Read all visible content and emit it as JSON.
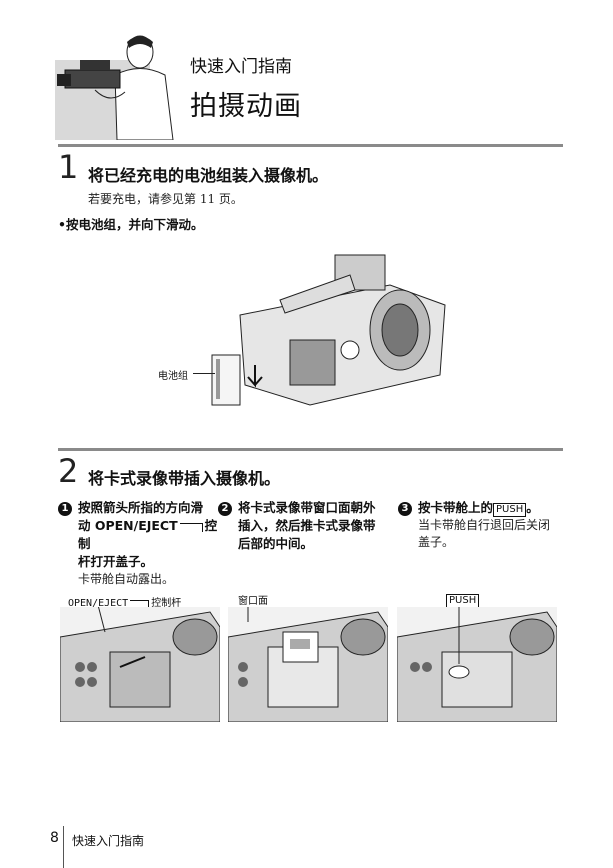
{
  "header": {
    "subtitle": "快速入门指南",
    "title": "拍摄动画",
    "illustration_icon": "person-with-camcorder-icon"
  },
  "step1": {
    "number": "1",
    "title": "将已经充电的电池组装入摄像机。",
    "note": "若要充电，请参见第 11 页。",
    "bullet": "•按电池组，并向下滑动。",
    "figure_label": "电池组",
    "figure_icon": "camcorder-battery-insert-icon"
  },
  "step2": {
    "number": "2",
    "title": "将卡式录像带插入摄像机。",
    "col1": {
      "num": "1",
      "line1": "按照箭头所指的方向滑",
      "line2": "动 OPEN/EJECT",
      "line2b": "控制",
      "line3": "杆打开盖子。",
      "sub": "卡带舱自动露出。"
    },
    "col2": {
      "num": "2",
      "line1": "将卡式录像带窗口面朝外",
      "line2": "插入，然后推卡式录像带",
      "line3": "后部的中间。"
    },
    "col3": {
      "num": "3",
      "line1a": "按卡带舱上的",
      "push": "PUSH",
      "line1b": "。",
      "sub1": "当卡带舱自行退回后关闭",
      "sub2": "盖子。"
    },
    "fig_labels": {
      "left": "OPEN/EJECT",
      "left_b": "控制杆",
      "mid": "窗口面",
      "right": "PUSH"
    }
  },
  "footer": {
    "page": "8",
    "section": "快速入门指南"
  }
}
